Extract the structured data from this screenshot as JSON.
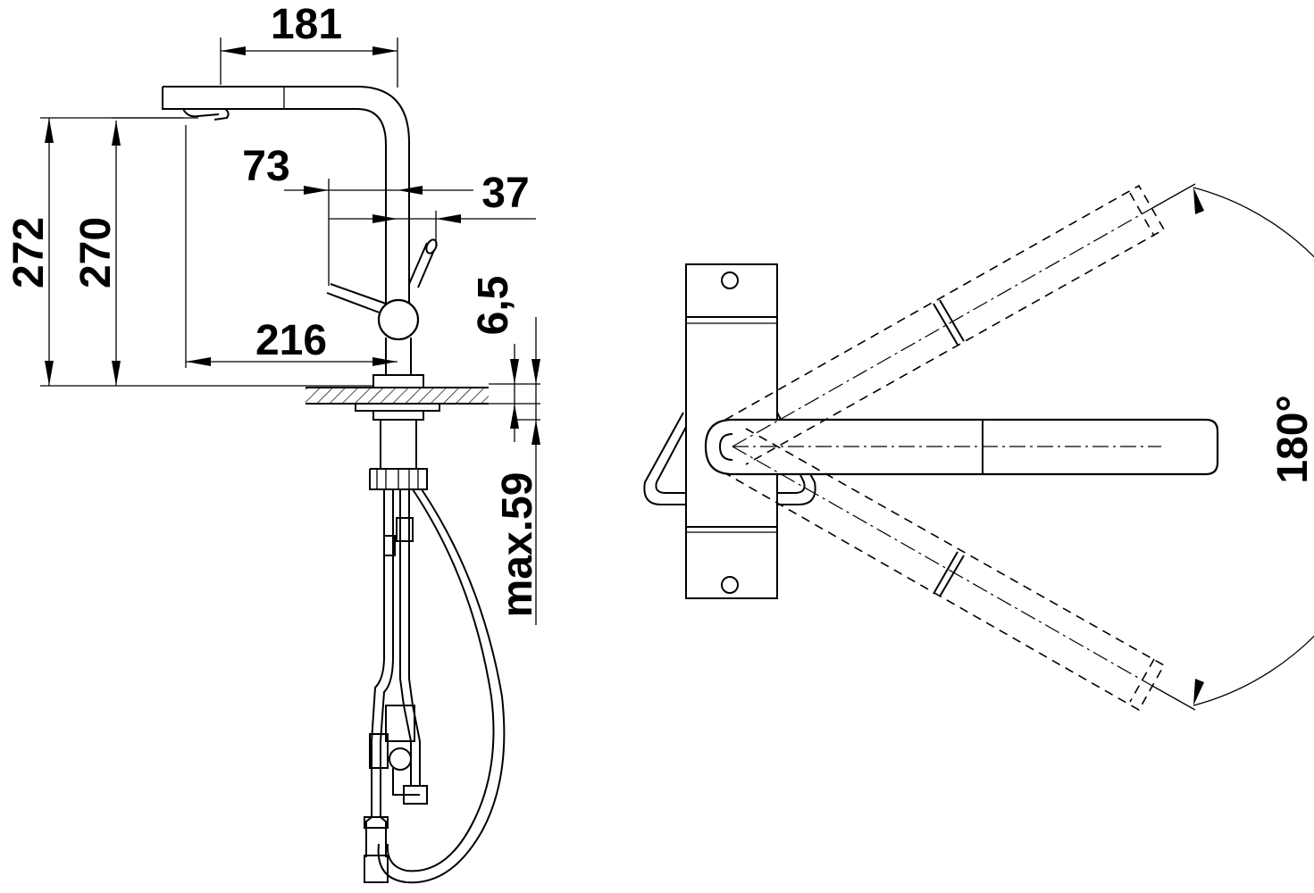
{
  "side_view": {
    "dimensions": {
      "reach_top": "181",
      "total_height": "272",
      "spout_height": "270",
      "handle_offset": "73",
      "body_offset": "37",
      "base_to_spout": "216",
      "deck_thickness": "6,5",
      "max_deck": "max.59"
    }
  },
  "top_view": {
    "swivel_angle": "180°"
  }
}
